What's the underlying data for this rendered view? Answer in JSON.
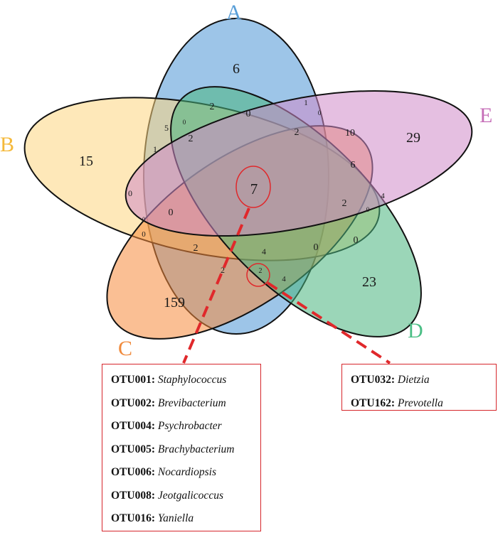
{
  "sets": [
    {
      "id": "A",
      "label": "A",
      "color": "#5a9fd8",
      "fill": "#4d96d6"
    },
    {
      "id": "B",
      "label": "B",
      "color": "#f5b93a",
      "fill": "#fdd680"
    },
    {
      "id": "C",
      "label": "C",
      "color": "#f08a3c",
      "fill": "#f58a3d"
    },
    {
      "id": "D",
      "label": "D",
      "color": "#4cbf86",
      "fill": "#49b57d"
    },
    {
      "id": "E",
      "label": "E",
      "color": "#c66fb8",
      "fill": "#cf8ac8"
    }
  ],
  "regions": [
    {
      "value": "6"
    },
    {
      "value": "15"
    },
    {
      "value": "159"
    },
    {
      "value": "23"
    },
    {
      "value": "29"
    },
    {
      "value": "7"
    },
    {
      "value": "2"
    },
    {
      "value": "0"
    },
    {
      "value": "1"
    },
    {
      "value": "0"
    },
    {
      "value": "5"
    },
    {
      "value": "0"
    },
    {
      "value": "2"
    },
    {
      "value": "2"
    },
    {
      "value": "10"
    },
    {
      "value": "1"
    },
    {
      "value": "6"
    },
    {
      "value": "0"
    },
    {
      "value": "0"
    },
    {
      "value": "0"
    },
    {
      "value": "2"
    },
    {
      "value": "4"
    },
    {
      "value": "0"
    },
    {
      "value": "0"
    },
    {
      "value": "2"
    },
    {
      "value": "0"
    },
    {
      "value": "0"
    },
    {
      "value": "4"
    },
    {
      "value": "2"
    },
    {
      "value": "2"
    },
    {
      "value": "4"
    }
  ],
  "callouts": {
    "left": {
      "items": [
        {
          "id": "OTU001:",
          "name": "Staphylococcus"
        },
        {
          "id": "OTU002:",
          "name": "Brevibacterium"
        },
        {
          "id": "OTU004:",
          "name": "Psychrobacter"
        },
        {
          "id": "OTU005:",
          "name": "Brachybacterium"
        },
        {
          "id": "OTU006:",
          "name": "Nocardiopsis"
        },
        {
          "id": "OTU008:",
          "name": "Jeotgalicoccus"
        },
        {
          "id": "OTU016:",
          "name": "Yaniella"
        }
      ]
    },
    "right": {
      "items": [
        {
          "id": "OTU032:",
          "name": "Dietzia"
        },
        {
          "id": "OTU162:",
          "name": "Prevotella"
        }
      ]
    },
    "line_color": "#e0282b"
  }
}
